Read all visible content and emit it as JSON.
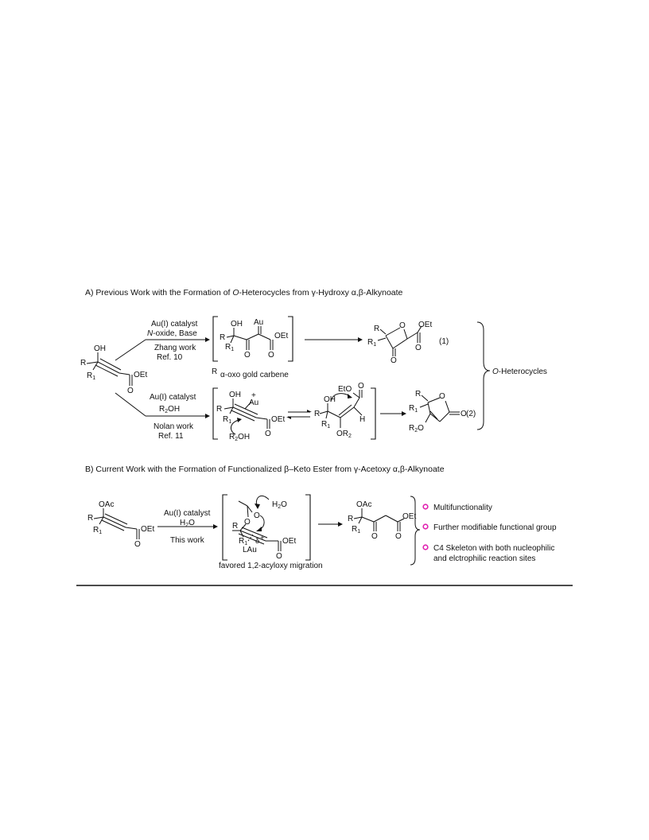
{
  "section_a": {
    "title_prefix": "A) Previous Work with the Formation of ",
    "title_italic": "O",
    "title_suffix": "-Heterocycles from γ-Hydroxy α,β-Alkynoate"
  },
  "section_b": {
    "title": "B) Current Work with the Formation of Functionalized β–Keto Ester from γ-Acetoxy α,β-Alkynoate"
  },
  "zhang": {
    "reagent_line1": "Au(I) catalyst",
    "reagent_line2_italic": "N",
    "reagent_line2_rest": "-oxide, Base",
    "credit_line1": "Zhang work",
    "credit_line2": "Ref. 10",
    "intermediate_label": "α-oxo gold carbene",
    "stray_r": "R",
    "equation": "(1)"
  },
  "nolan": {
    "reagent_line1": "Au(I) catalyst",
    "reagent_line2": "R",
    "reagent_line2_sub": "2",
    "reagent_line2_end": "OH",
    "credit_line1": "Nolan work",
    "credit_line2": "Ref. 11",
    "equation": "(2)"
  },
  "heterocycles_label_italic": "O",
  "heterocycles_label_rest": "-Heterocycles",
  "current": {
    "reagent_line1": "Au(I) catalyst",
    "reagent_line2": "H",
    "reagent_line2_sub": "2",
    "reagent_line2_end": "O",
    "credit": "This work",
    "migration_label": "favored 1,2-acyloxy migration"
  },
  "features": [
    "Multifunctionality",
    "Further modifiable functional group",
    "C4 Skeleton with both nucleophilic",
    "and elctrophilic reaction sites"
  ],
  "atoms": {
    "oh": "OH",
    "r": "R",
    "r1": "R",
    "one": "1",
    "oet": "OEt",
    "o": "O",
    "au": "Au",
    "eto": "EtO",
    "h": "H",
    "or2": "OR",
    "r2o": "R",
    "r2oh": "R",
    "two": "2",
    "oac": "OAc",
    "h2o": "H",
    "lau": "LAu",
    "plus": "+",
    "delta": "δ"
  },
  "colors": {
    "bullet": "#e020b0",
    "ink": "#111111"
  }
}
